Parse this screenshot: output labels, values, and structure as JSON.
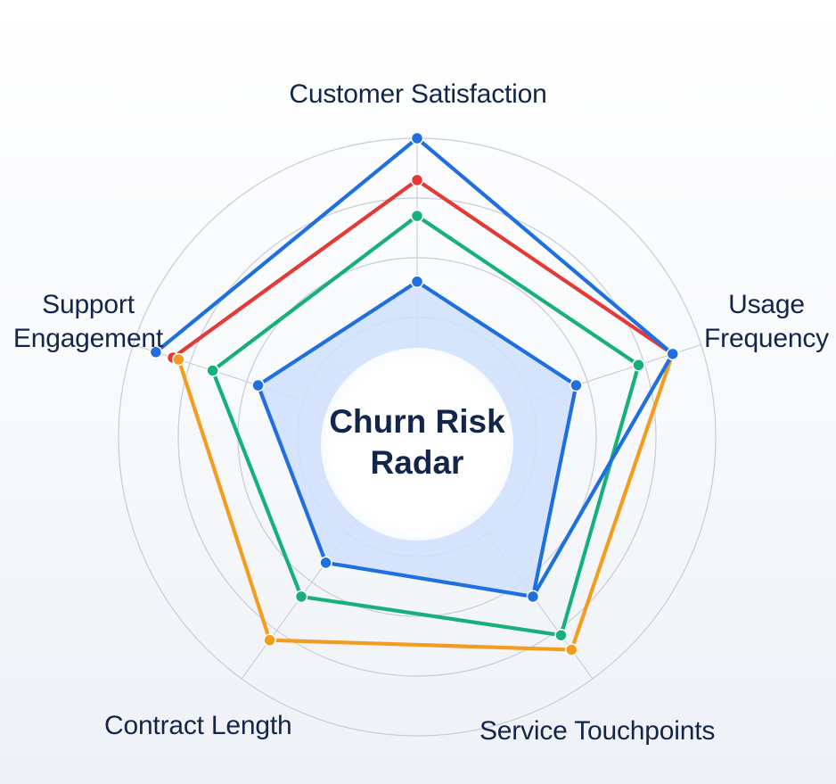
{
  "chart_data": {
    "type": "radar",
    "title": "Churn Risk Radar",
    "axes": [
      [
        "Customer Satisfaction"
      ],
      [
        "Usage",
        "Frequency"
      ],
      [
        "Service Touchpoints"
      ],
      [
        "Contract Length"
      ],
      [
        "Support",
        "Engagement"
      ]
    ],
    "axis_keys": [
      "Customer Satisfaction",
      "Usage Frequency",
      "Service Touchpoints",
      "Contract Length",
      "Support Engagement"
    ],
    "scale": {
      "min": 0,
      "max": 5,
      "rings": 5
    },
    "grid": true,
    "legend": "none",
    "series": [
      {
        "color": "#1f6fe0",
        "filled": true,
        "values": [
          2.6,
          2.8,
          3.3,
          2.6,
          2.8
        ]
      },
      {
        "color": "#17b07a",
        "filled": false,
        "values": [
          3.7,
          3.9,
          4.1,
          3.3,
          3.6
        ]
      },
      {
        "color": "#f39c1f",
        "filled": false,
        "values": [
          null,
          4.5,
          4.4,
          4.2,
          4.2
        ]
      },
      {
        "color": "#e53935",
        "filled": false,
        "values": [
          4.3,
          4.5,
          null,
          null,
          4.3
        ]
      },
      {
        "color": "#1f6fe0",
        "filled": false,
        "values": [
          5.0,
          4.5,
          3.3,
          null,
          4.6
        ]
      }
    ]
  }
}
